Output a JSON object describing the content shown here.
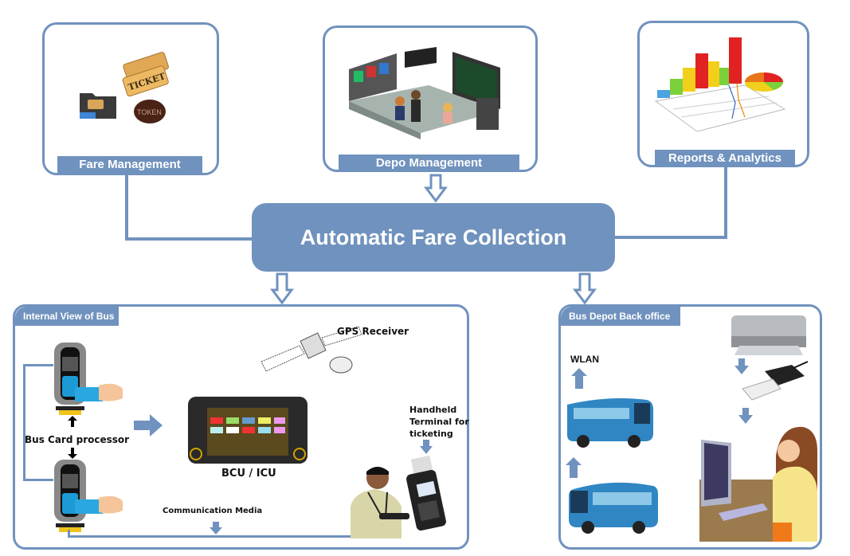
{
  "title": "Automatic Fare Collection",
  "top_modules": [
    {
      "label": "Fare Management",
      "icons": [
        "folder-icon",
        "ticket-icon",
        "token-icon"
      ],
      "ticket_text": "TICKET",
      "token_text": "TOKEN"
    },
    {
      "label": "Depo Management",
      "icons": [
        "control-room-icon"
      ]
    },
    {
      "label": "Reports & Analytics",
      "icons": [
        "bar-chart-icon",
        "pie-chart-icon"
      ]
    }
  ],
  "internal_bus": {
    "title": "Internal View of Bus",
    "gps_label": "GPS Receiver",
    "card_processor_label": "Bus Card processor",
    "bcu_label": "BCU / ICU",
    "handheld_label_lines": [
      "Handheld",
      "Terminal for",
      "ticketing"
    ],
    "comm_label": "Communication Media"
  },
  "depot_office": {
    "title": "Bus Depot Back office",
    "wlan_label": "WLAN"
  },
  "colors": {
    "accent": "#7092be",
    "text": "#111111",
    "background": "#ffffff"
  }
}
